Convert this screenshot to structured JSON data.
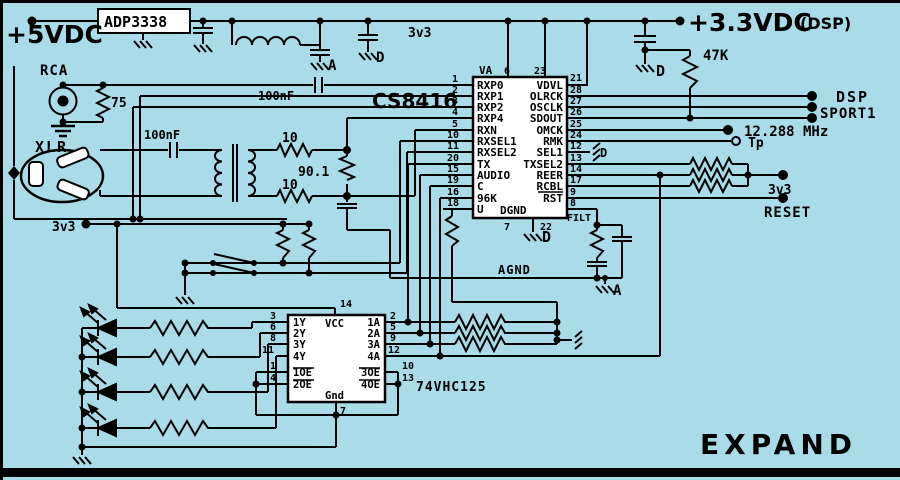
{
  "colors": {
    "bg": "#a9dce8",
    "line": "#000000",
    "chip_fill": "#ffffff"
  },
  "power": {
    "v5": "+5VDC",
    "reg": "ADP3338",
    "rail": "3v3",
    "v33": "+3.3VDC",
    "v33_tag": "(DSP)",
    "r47k": "47K",
    "cap_a": "A",
    "cap_d": "D",
    "cap_d2": "D"
  },
  "analog": {
    "rca": "RCA",
    "r75": "75",
    "c100_rca": "100nF",
    "xlr": "XLR",
    "c100_xlr": "100nF",
    "r10a": "10",
    "r10b": "10",
    "r901": "90.1"
  },
  "ic1": {
    "name": "CS8416",
    "top": {
      "va": "VA",
      "va_n": "6",
      "vd_n": "23"
    },
    "left_pins": [
      {
        "n": "1",
        "label": "RXP0"
      },
      {
        "n": "2",
        "label": "RXP1"
      },
      {
        "n": "3",
        "label": "RXP2"
      },
      {
        "n": "4",
        "label": "RXP4"
      },
      {
        "n": "5",
        "label": "RXN"
      },
      {
        "n": "10",
        "label": "RXSEL1"
      },
      {
        "n": "11",
        "label": "RXSEL2"
      },
      {
        "n": "20",
        "label": "TX"
      },
      {
        "n": "15",
        "label": "AUDIO"
      },
      {
        "n": "19",
        "label": "C"
      },
      {
        "n": "16",
        "label": "96K"
      },
      {
        "n": "18",
        "label": "U"
      }
    ],
    "right_pins": [
      {
        "n": "21",
        "label": "VDVL"
      },
      {
        "n": "28",
        "label": "OLRCK"
      },
      {
        "n": "27",
        "label": "OSCLK"
      },
      {
        "n": "26",
        "label": "SDOUT"
      },
      {
        "n": "25",
        "label": "OMCK"
      },
      {
        "n": "24",
        "label": "RMK"
      },
      {
        "n": "12",
        "label": "SEL1"
      },
      {
        "n": "13",
        "label": "TXSEL2"
      },
      {
        "n": "14",
        "label": "REER"
      },
      {
        "n": "17",
        "label": "RCBL"
      },
      {
        "n": "9",
        "label": "RST"
      },
      {
        "n": "8",
        "label": "FILT"
      }
    ],
    "bottom": {
      "label": "DGND",
      "n_left": "7",
      "n_right": "22",
      "gnd": "D"
    }
  },
  "ic2": {
    "name": "74VHC125",
    "top": {
      "n": "14",
      "label": "VCC"
    },
    "bottom": {
      "n": "7",
      "label": "Gnd"
    },
    "left_pins": [
      {
        "n": "3",
        "label": "1Y"
      },
      {
        "n": "6",
        "label": "2Y"
      },
      {
        "n": "8",
        "label": "3Y"
      },
      {
        "n": "11",
        "label": "4Y"
      },
      {
        "n": "1",
        "label": "1OE"
      },
      {
        "n": "4",
        "label": "2OE"
      }
    ],
    "right_pins": [
      {
        "n": "2",
        "label": "1A"
      },
      {
        "n": "5",
        "label": "2A"
      },
      {
        "n": "9",
        "label": "3A"
      },
      {
        "n": "12",
        "label": "4A"
      },
      {
        "n": "10",
        "label": "3OE"
      },
      {
        "n": "13",
        "label": "4OE"
      }
    ]
  },
  "nets": {
    "v3_mid": "3v3",
    "agnd": "AGND",
    "dgnd": "D",
    "filt_gnd": "A",
    "sel_gnd": "D",
    "v3_right": "3v3",
    "reset": "RESET",
    "clock": "12.288 MHz",
    "tp": "Tp",
    "dsp": "DSP",
    "sport": "SPORT1"
  },
  "footer": {
    "expand": "EXPAND"
  }
}
